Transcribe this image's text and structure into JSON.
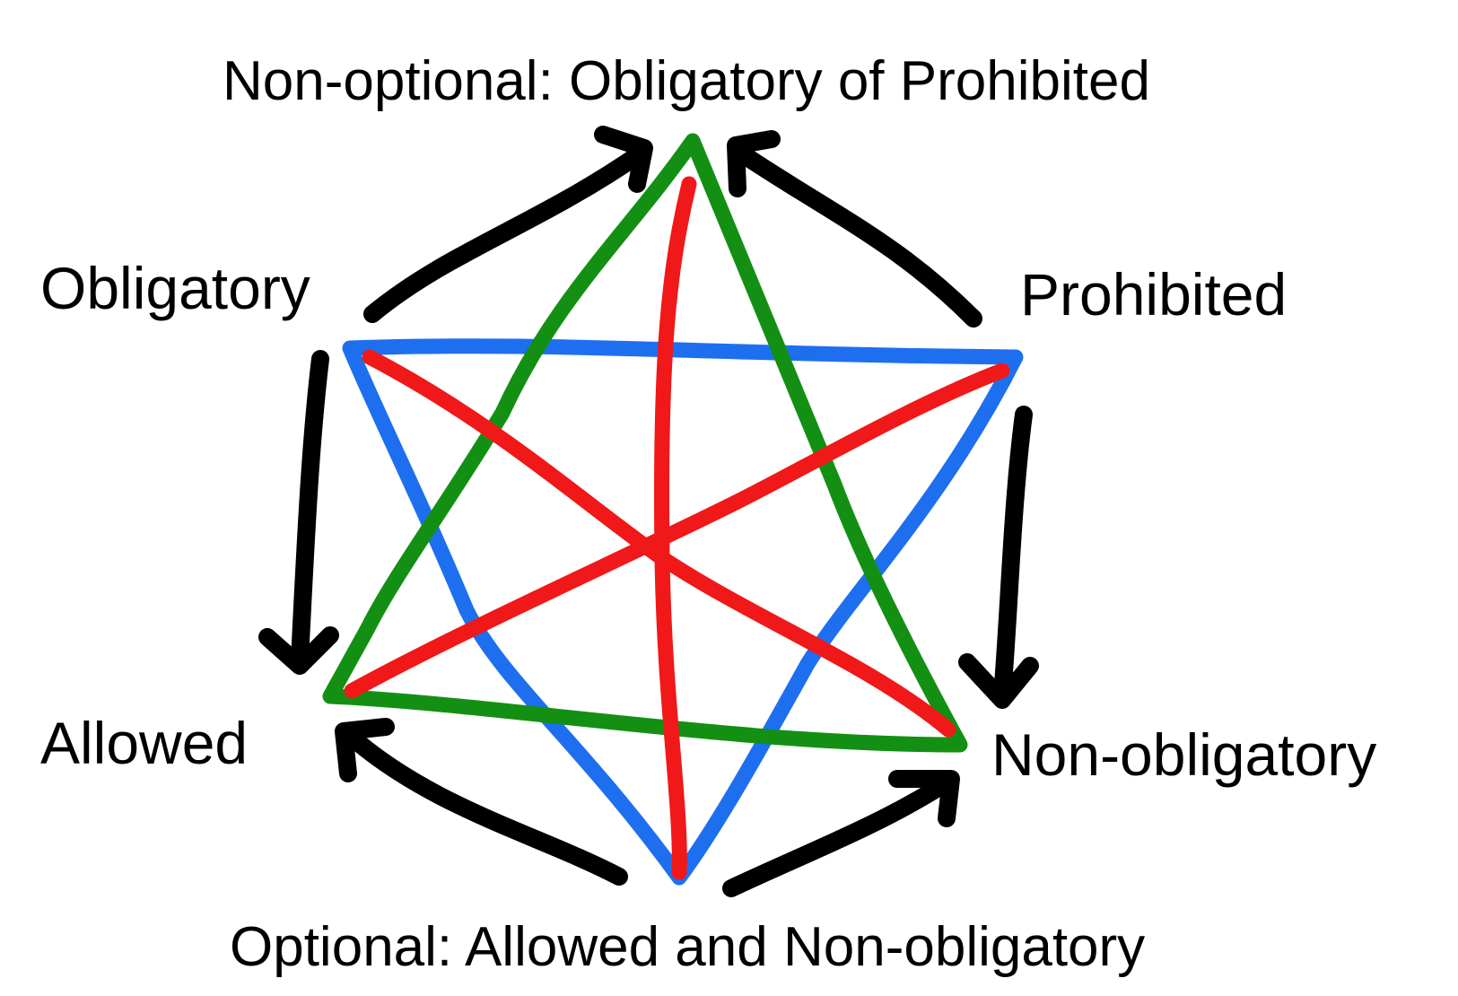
{
  "labels": {
    "top": "Non-optional: Obligatory of Prohibited",
    "obligatory": "Obligatory",
    "prohibited": "Prohibited",
    "allowed": "Allowed",
    "non_obligatory": "Non-obligatory",
    "bottom": "Optional: Allowed and Non-obligatory"
  },
  "colors": {
    "blue": "#1e6ff0",
    "green": "#139013",
    "red": "#f01818",
    "black": "#000000"
  }
}
